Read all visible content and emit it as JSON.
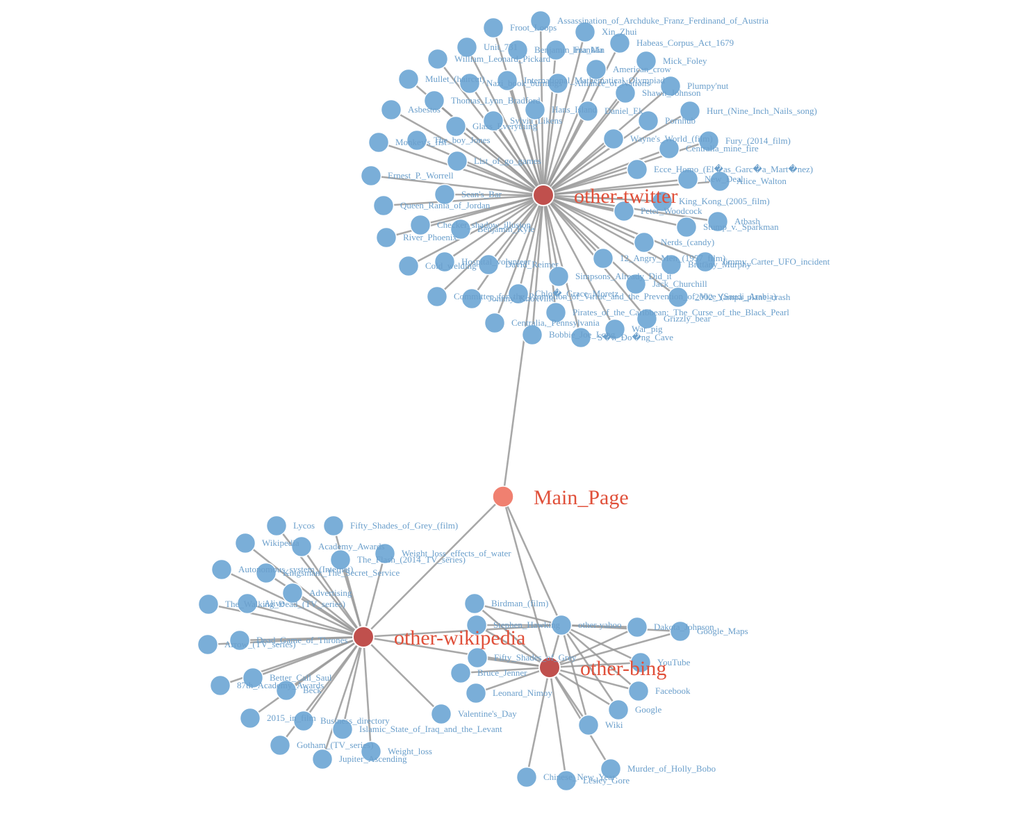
{
  "graph": {
    "root": {
      "id": "Main_Page",
      "label": "Main_Page"
    },
    "hubs": [
      {
        "id": "other-twitter",
        "label": "other-twitter"
      },
      {
        "id": "other-wikipedia",
        "label": "other-wikipedia"
      },
      {
        "id": "other-bing",
        "label": "other-bing"
      },
      {
        "id": "other-yahoo",
        "label": "other-yahoo"
      }
    ],
    "leaves": {
      "other-twitter": [
        "Assassination_of_Archduke_Franz_Ferdinand_of_Austria",
        "Froot_Loops",
        "Xin_Zhui",
        "Benjamin_Franklin",
        "Ima_Ma",
        "Unit_731",
        "Habeas_Corpus_Act_1679",
        "William_Leonard_Pickard",
        "Mick_Foley",
        "American_crow",
        "Mullet_(haircut)",
        "Nazi_book_burnings",
        "International_Mathematical_Olympiad",
        "Alliance_of_Nations",
        "Plumpy'nut",
        "Shawn_Johnson",
        "Thomas_Lynn_Bradford",
        "Asbestos",
        "Hans_Island",
        "Daniel_Ek",
        "Hurt_(Nine_Inch_Nails_song)",
        "Sylvia_Likens",
        "Glass_Everything",
        "Pornhub",
        "Monkey's_fist",
        "The_boy_Jones",
        "Wayne's_World_(film)",
        "Fury_(2014_film)",
        "Centralia_mine_fire",
        "List_of_go_games",
        "Ernest_P._Worrell",
        "Ecce_Homo_(El�as_Garc�a_Mart�nez)",
        "New_Deal",
        "Alice_Walton",
        "Sean's_Bar",
        "King_Kong_(2005_film)",
        "Queen_Rania_of_Jordan",
        "Peter_Woodcock",
        "Atbash",
        "Checker_shadow_illusion",
        "Stump_v._Sparkman",
        "Benjamin_Kyle",
        "River_Phoenix",
        "Nerds_(candy)",
        "Hospital_volunteer",
        "12_Angry_Men_(1957_film)",
        "Jimmy_Carter_UFO_incident",
        "Cold_welding",
        "David_Reimer",
        "Brittany_Murphy",
        "Simpsons_Already_Did_it",
        "Jack_Churchill",
        "Committee_for_the_Promotion_of_Virtue_and_the_Prevention_of_Vice_(Saudi_Arabia)",
        "Johnny_Knoxville",
        "Chlo�_Grace_Moretz",
        "2002_Yampa_plane_crash",
        "Pirates_of_the_Caribbean:_The_Curse_of_the_Black_Pearl",
        "Grizzly_bear",
        "Centralia,_Pennsylvania",
        "War_pig",
        "Bobbie_Joe_Long",
        "S�n_Đo�ng_Cave"
      ],
      "other-wikipedia": [
        "Lycos",
        "Fifty_Shades_of_Grey_(film)",
        "Wikipedia",
        "Academy_Awards",
        "Weight_loss_effects_of_water",
        "The_Flash_(2014_TV_series)",
        "Autonomous_system_(Internet)",
        "Kingsman:_The_Secret_Service",
        "Advertising",
        "The_Walking_Dead_(TV_series)",
        "Alive",
        "Arrow_(TV_series)",
        "Dead_Game_of_Thrones",
        "Better_Call_Saul",
        "87th_Academy_Awards",
        "Beck",
        "2015_in_film",
        "Business_directory",
        "Islamic_State_of_Iraq_and_the_Levant",
        "Gotham_(TV_series)",
        "Weight_loss",
        "Jupiter_Ascending",
        "Valentine's_Day"
      ],
      "other-bing": [
        "Birdman_(film)",
        "Stephen_Hawking",
        "Fifty_Shades_of_Grey",
        "Bruce_Jenner",
        "Leonard_Nimoy",
        "Dakota_Johnson",
        "Google_Maps",
        "YouTube",
        "Facebook",
        "Google",
        "Wiki",
        "Chinese_New_Year",
        "Lesley_Gore",
        "Murder_of_Holly_Bobo"
      ]
    }
  }
}
